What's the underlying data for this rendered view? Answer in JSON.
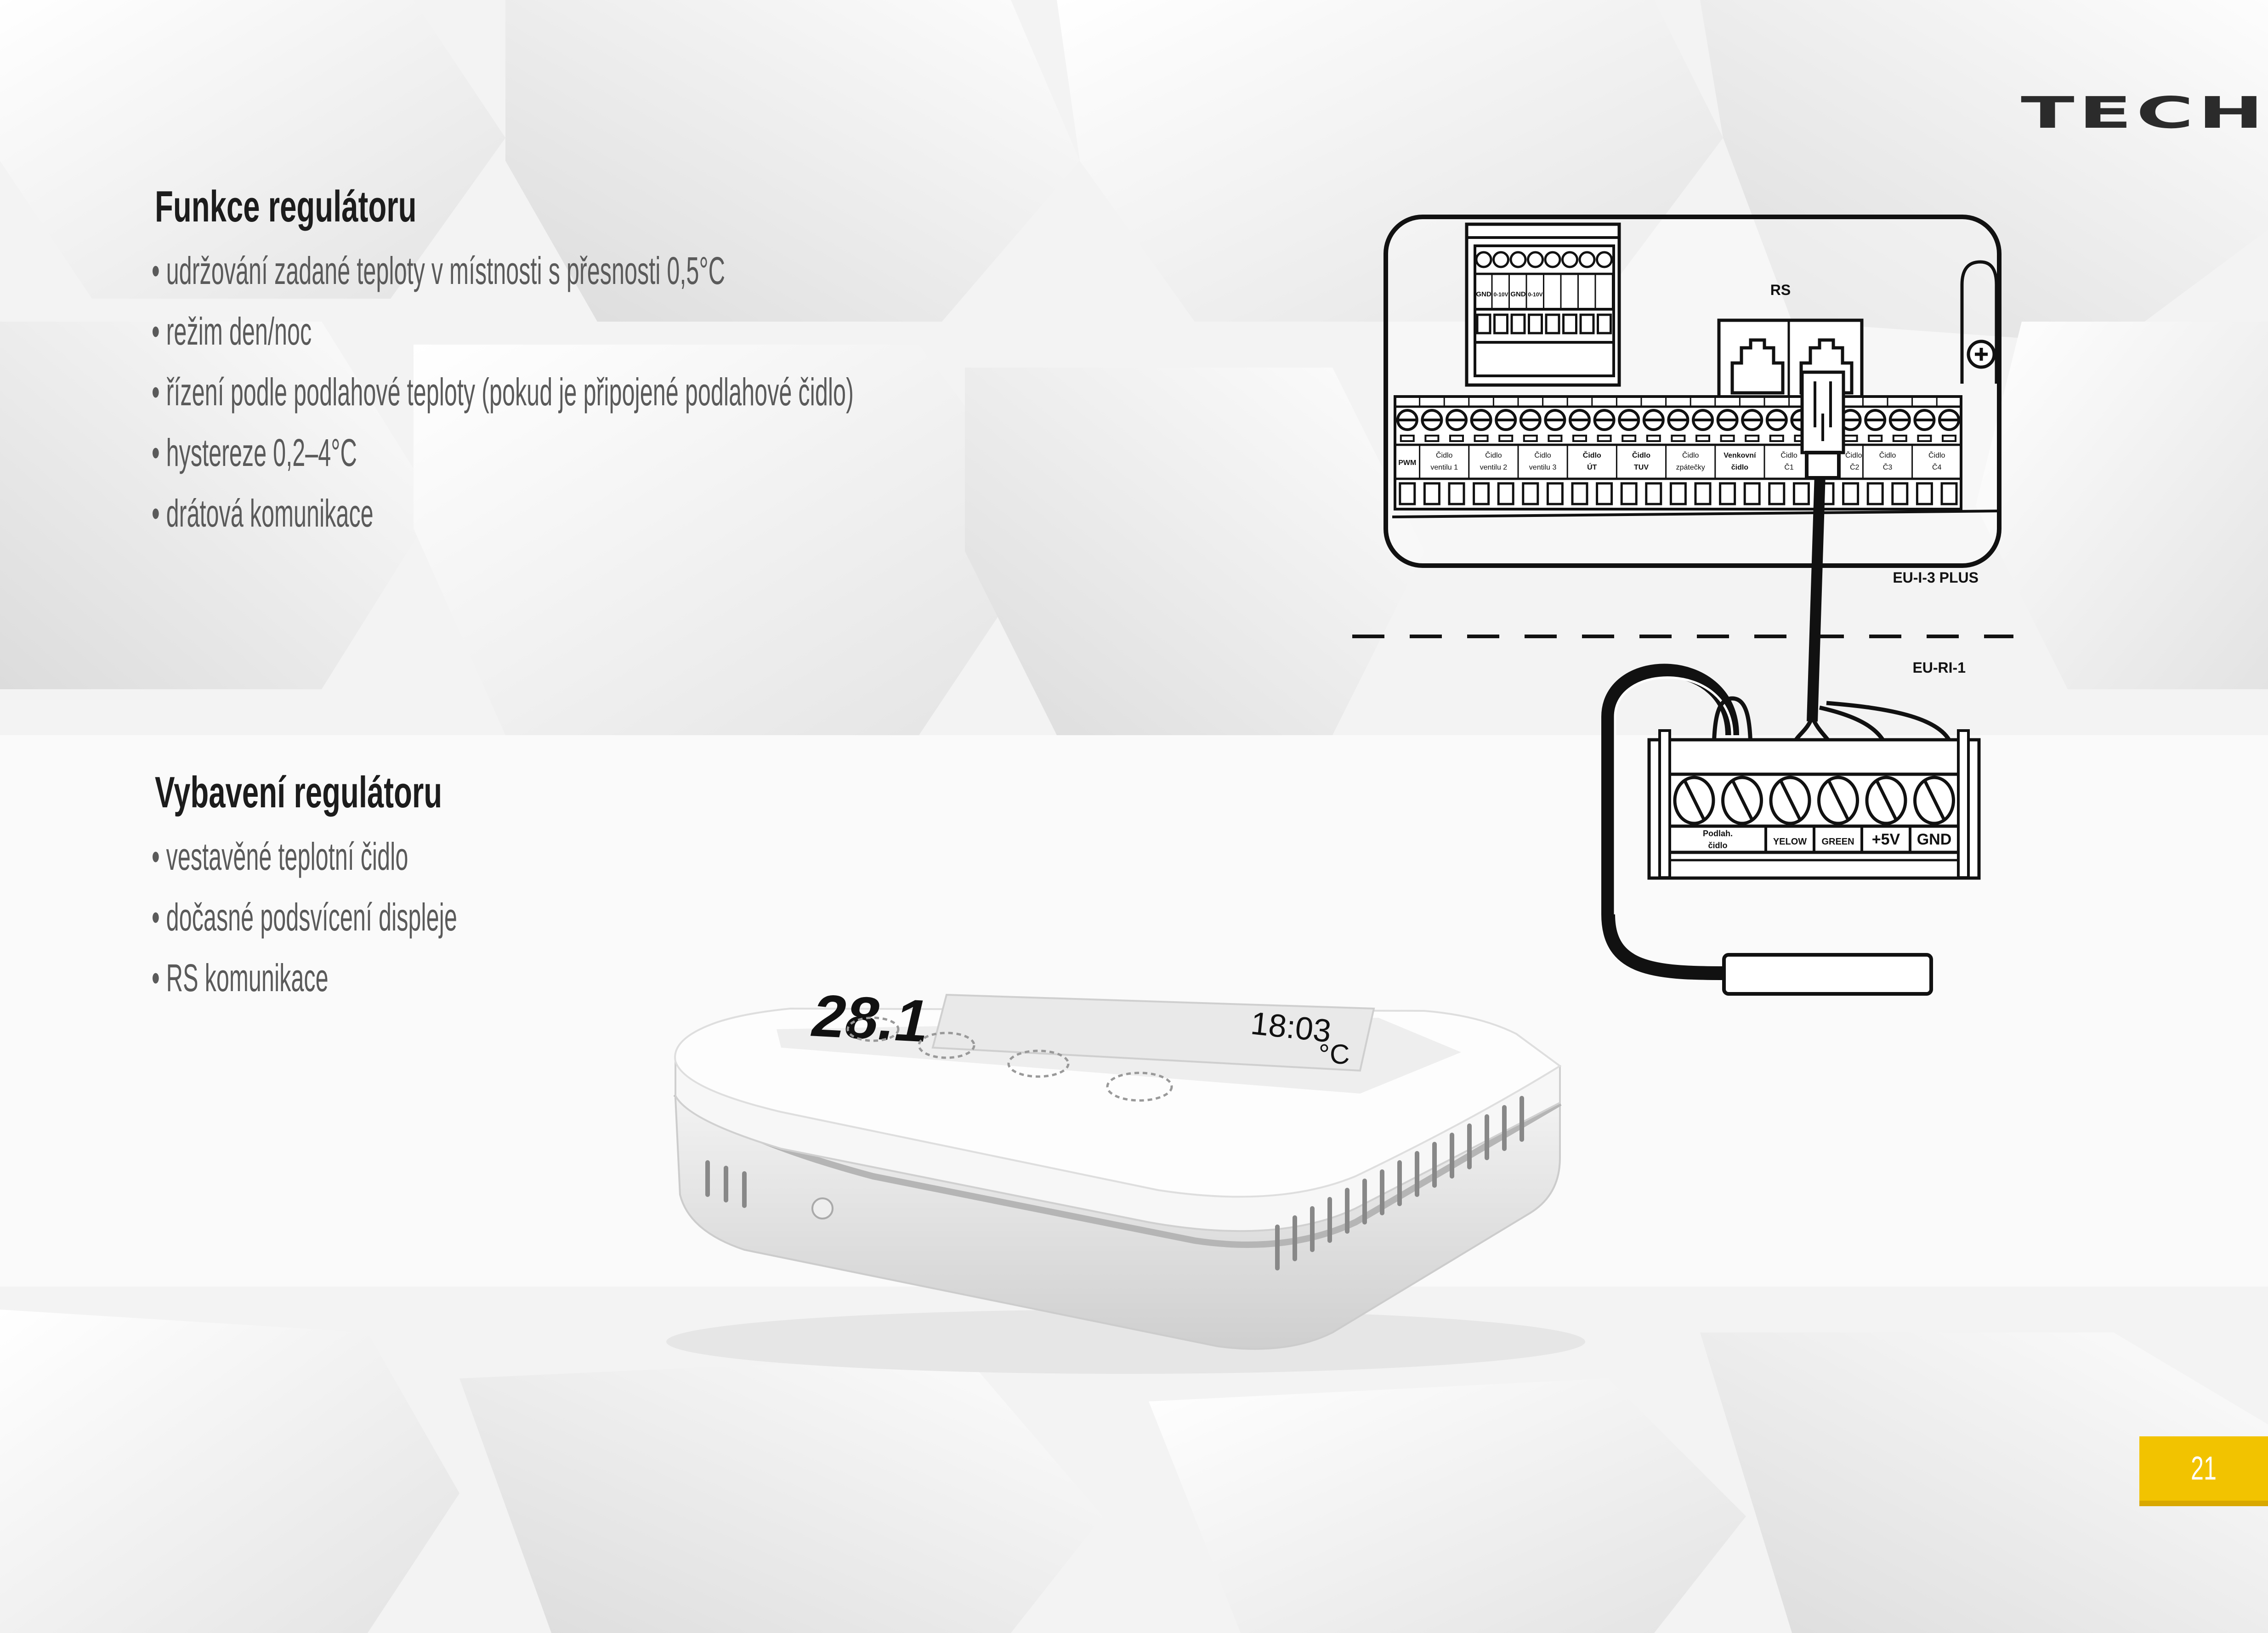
{
  "brand": {
    "logo_text": "TECH"
  },
  "functions": {
    "title": "Funkce regulátoru",
    "items": [
      "udržování zadané teploty v místnosti s přesnosti 0,5°C",
      "režim den/noc",
      "řízení podle podlahové teploty (pokud je připojené podlahové čidlo)",
      "hystereze 0,2–4°C",
      "drátová komunikace"
    ]
  },
  "equipment": {
    "title": "Vybavení regulátoru",
    "items": [
      "vestavěné teplotní čidlo",
      "dočasné podsvícení displeje",
      "RS komunikace"
    ]
  },
  "diagram": {
    "controller_name": "EU-I-3 PLUS",
    "module_name": "EU-RI-1",
    "rs_label": "RS",
    "module_terminals": [
      "GND",
      "0-10V",
      "GND",
      "0-10V"
    ],
    "controller_terminals": [
      [
        "PWM",
        ""
      ],
      [
        "Čidlo",
        "ventilu 1"
      ],
      [
        "Čidlo",
        "ventilu 2"
      ],
      [
        "Čidlo",
        "ventilu 3"
      ],
      [
        "Čidlo",
        "ÚT"
      ],
      [
        "Čidlo",
        "TUV"
      ],
      [
        "Čidlo",
        "zpátečky"
      ],
      [
        "Venkovní",
        "čidlo"
      ],
      [
        "Čidlo",
        "Č1"
      ],
      [
        "Čidlo",
        "Č2"
      ],
      [
        "Čidlo",
        "Č3"
      ],
      [
        "Čidlo",
        "Č4"
      ]
    ],
    "module_block_terminals": [
      [
        "Podlah.",
        "čidlo"
      ],
      [
        "YELOW",
        ""
      ],
      [
        "GREEN",
        ""
      ],
      [
        "+5V",
        ""
      ],
      [
        "GND",
        ""
      ]
    ]
  },
  "thermostat": {
    "lcd_time": "18:03",
    "lcd_unit": "°C",
    "lcd_temp": "28.1"
  },
  "page_number": "21",
  "colors": {
    "accent": "#f2c300",
    "text": "#5a5a5a",
    "heading": "#1c1c1c"
  }
}
